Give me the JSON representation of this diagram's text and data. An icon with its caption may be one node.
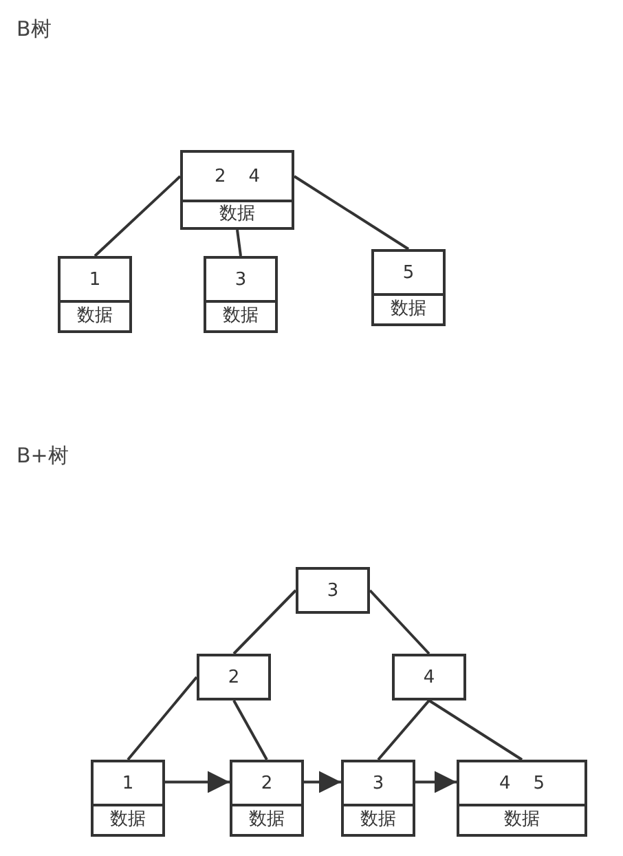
{
  "diagram": {
    "nodes": [
      {
        "text": [
          "2 4",
          "数据"
        ]
      },
      {
        "text": [
          "1",
          "数据"
        ]
      },
      {
        "text": [
          "3",
          "数据"
        ]
      },
      {
        "text": [
          "5",
          "数据"
        ]
      },
      {
        "text": [
          "3"
        ]
      },
      {
        "text": [
          "2"
        ]
      },
      {
        "text": [
          "4"
        ]
      },
      {
        "text": [
          "1",
          "数据"
        ]
      },
      {
        "text": [
          "2",
          "数据"
        ]
      },
      {
        "text": [
          "3",
          "数据"
        ]
      },
      {
        "text": [
          "4 5",
          "数据"
        ]
      }
    ],
    "edges": [
      {
        "from": 0,
        "to": 1,
        "arrow": "none"
      },
      {
        "from": 0,
        "to": 2,
        "arrow": "none"
      },
      {
        "from": 0,
        "to": 3,
        "arrow": "none"
      },
      {
        "from": 4,
        "to": 5,
        "arrow": "none"
      },
      {
        "from": 4,
        "to": 6,
        "arrow": "none"
      },
      {
        "from": 5,
        "to": 7,
        "arrow": "none"
      },
      {
        "from": 5,
        "to": 8,
        "arrow": "none"
      },
      {
        "from": 6,
        "to": 9,
        "arrow": "none"
      },
      {
        "from": 6,
        "to": 10,
        "arrow": "none"
      },
      {
        "from": 7,
        "to": 8,
        "arrow": "to"
      },
      {
        "from": 8,
        "to": 9,
        "arrow": "to"
      },
      {
        "from": 9,
        "to": 10,
        "arrow": "to"
      }
    ],
    "labels": [
      "B树",
      "B+树"
    ]
  }
}
